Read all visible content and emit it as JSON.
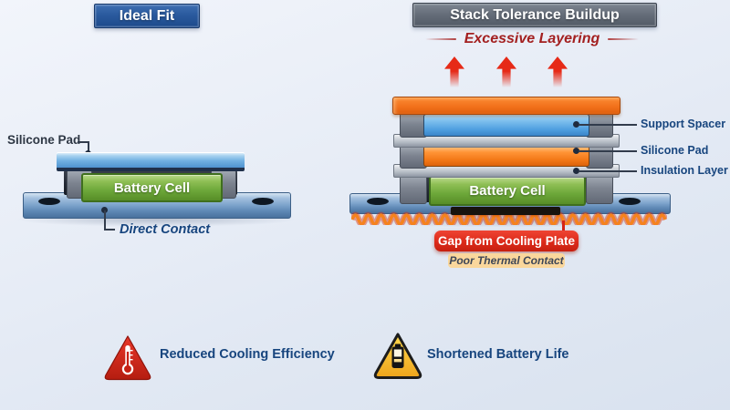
{
  "left_panel": {
    "header": "Ideal Fit",
    "pad_label": "Silicone Pad",
    "cell_label": "Battery Cell",
    "contact_label": "Direct Contact"
  },
  "right_panel": {
    "header": "Stack Tolerance Buildup",
    "subtitle": "Excessive Layering",
    "layer_labels": [
      "Support Spacer",
      "Silicone Pad",
      "Insulation Layer"
    ],
    "cell_label": "Battery Cell",
    "gap_callout": "Gap from Cooling Plate",
    "thermal_callout": "Poor Thermal Contact"
  },
  "warnings": [
    {
      "icon": "thermometer-warning-icon",
      "label": "Reduced Cooling Efficiency"
    },
    {
      "icon": "battery-warning-icon",
      "label": "Shortened Battery Life"
    }
  ],
  "colors": {
    "accent_orange": "#f1701a",
    "accent_blue": "#4f9fe0",
    "accent_green": "#6da83a",
    "alert_red": "#dc2a1a",
    "steel_blue": "#7ea4cc",
    "header_blue": "#1d4a8b",
    "header_slate": "#5a6472",
    "label_navy": "#17457e",
    "warm_tan": "#fad79c"
  }
}
